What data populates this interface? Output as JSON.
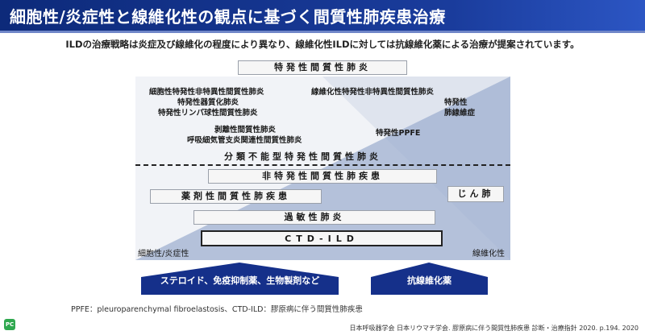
{
  "title": "細胞性/炎症性と線維化性の観点に基づく間質性肺疾患治療",
  "subtitle": "ILDの治療戦略は炎症及び線維化の程度により異なり、線維化性ILDに対しては抗線維化薬による治療が提案されています。",
  "boxes": {
    "idiopathic": "特発性間質性肺炎",
    "unclassifiable": "分類不能型特発性間質性肺炎",
    "non_idiopathic": "非特発性間質性肺疾患",
    "drug": "薬剤性間質性肺疾患",
    "pneumoconiosis": "じん肺",
    "hypersensitivity": "過敏性肺炎",
    "ctd_ild": "CTD-ILD"
  },
  "labels": {
    "nsip_cell": "細胞性特発性非特異性間質性肺炎",
    "cop": "特発性器質化肺炎",
    "lip": "特発性リンパ球性間質性肺炎",
    "dip": "剥離性間質性肺炎",
    "rbild": "呼吸細気管支炎関連性間質性肺炎",
    "nsip_fib": "線維化性特発性非特異性間質性肺炎",
    "ipf_1": "特発性",
    "ipf_2": "肺線維症",
    "ppfe": "特発性PPFE"
  },
  "corners": {
    "left": "細胞性/炎症性",
    "right": "線維化性"
  },
  "arrows": {
    "left": "ステロイド、免疫抑制薬、生物製剤など",
    "right": "抗線維化薬"
  },
  "footnote": "PPFE：pleuroparenchymal fibroelastosis、CTD-ILD：膠原病に伴う間質性肺疾患",
  "source": "日本呼吸器学会 日本リウマチ学会. 膠原病に伴う間質性肺疾患 診断・治療指針 2020. p.194. 2020",
  "logo": "PC",
  "colors": {
    "header": "#1a3c9c",
    "triangle_cell": "#ffffff",
    "triangle_fib": "#9fb0d0",
    "arrow": "#15308a"
  }
}
